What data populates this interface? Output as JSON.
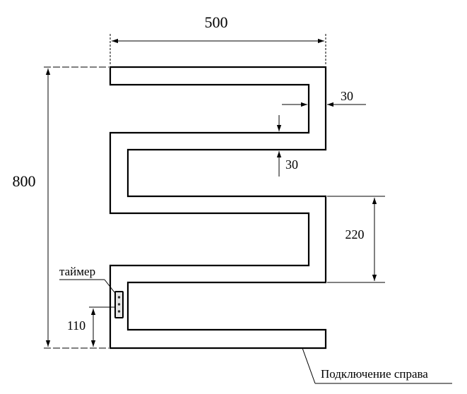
{
  "dimensions": {
    "overall_width": "500",
    "overall_height": "800",
    "tube_width_horizontal": "30",
    "tube_width_vertical": "30",
    "loop_height": "220",
    "connection_offset": "110"
  },
  "labels": {
    "timer": "таймер",
    "connection": "Подключение справа"
  },
  "colors": {
    "line": "#000000",
    "timer_fill": "#e6e6e6"
  }
}
